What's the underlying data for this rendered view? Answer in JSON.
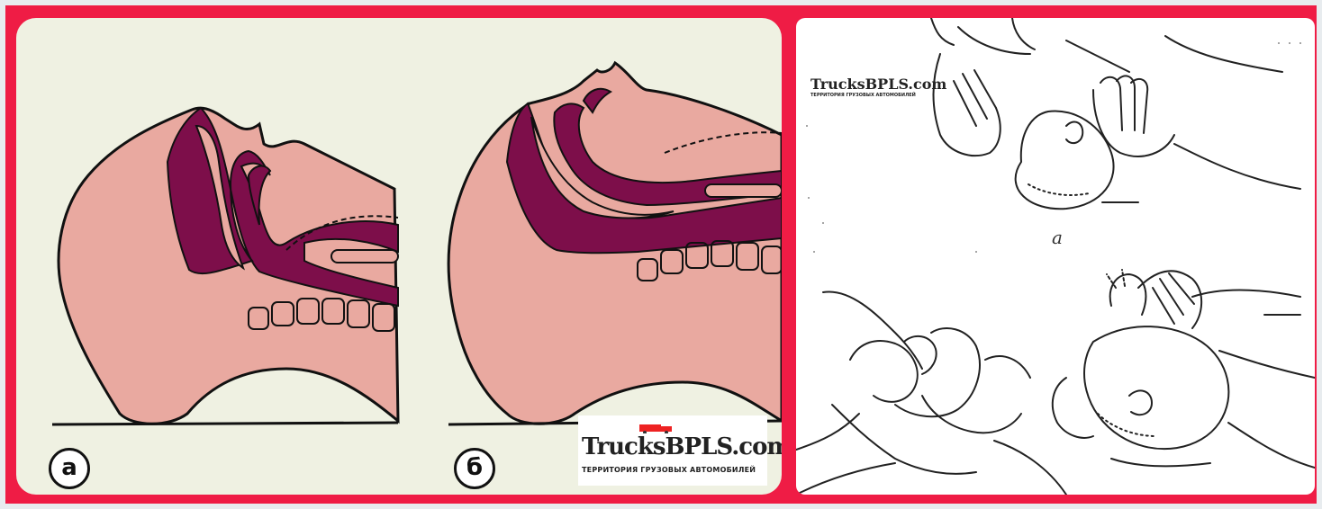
{
  "left_panel": {
    "label_a": "а",
    "label_b": "б",
    "watermark": {
      "title": "TrucksBPLS.com",
      "subtitle": "ТЕРРИТОРИЯ ГРУЗОВЫХ АВТОМОБИЛЕЙ"
    },
    "colors": {
      "skin": "#e9a9a0",
      "airway": "#7d0e4a",
      "background": "#eff1e2",
      "frame": "#ef1c45"
    }
  },
  "right_panel": {
    "sub_label": "а",
    "watermark": {
      "title": "TrucksBPLS.com",
      "subtitle": "ТЕРРИТОРИЯ ГРУЗОВЫХ АВТОМОБИЛЕЙ"
    }
  }
}
